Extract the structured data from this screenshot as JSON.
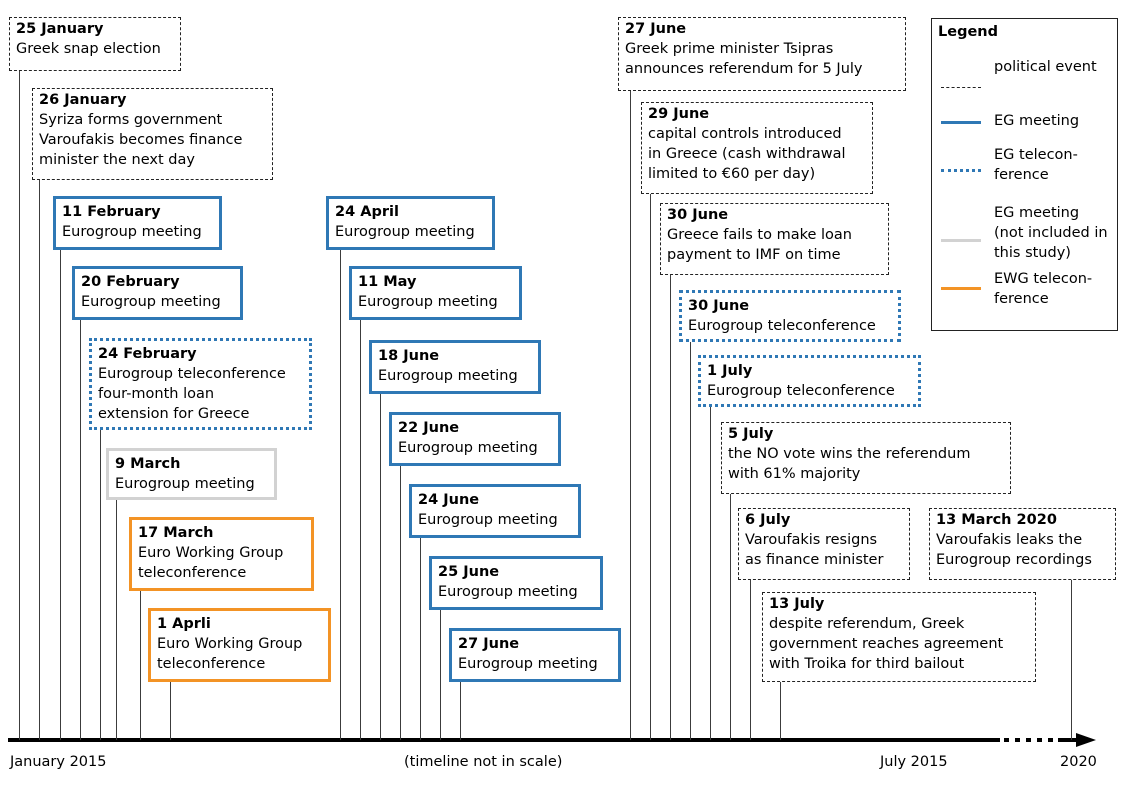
{
  "events": [
    {
      "date": "25 January",
      "text": [
        "Greek snap election"
      ],
      "kind": "political"
    },
    {
      "date": "26 January",
      "text": [
        "Syriza forms government",
        "Varoufakis becomes finance",
        "minister the next day"
      ],
      "kind": "political"
    },
    {
      "date": "11 February",
      "text": [
        "Eurogroup meeting"
      ],
      "kind": "eg"
    },
    {
      "date": "20 February",
      "text": [
        "Eurogroup meeting"
      ],
      "kind": "eg"
    },
    {
      "date": "24 February",
      "text": [
        "Eurogroup teleconference",
        "four-month loan",
        "extension for Greece"
      ],
      "kind": "egtc"
    },
    {
      "date": "9 March",
      "text": [
        "Eurogroup meeting"
      ],
      "kind": "egx"
    },
    {
      "date": "17 March",
      "text": [
        "Euro Working Group",
        "teleconference"
      ],
      "kind": "ewg"
    },
    {
      "date": "1 Aprli",
      "text": [
        "Euro Working Group",
        "teleconference"
      ],
      "kind": "ewg"
    },
    {
      "date": "24 April",
      "text": [
        "Eurogroup meeting"
      ],
      "kind": "eg"
    },
    {
      "date": "11 May",
      "text": [
        "Eurogroup meeting"
      ],
      "kind": "eg"
    },
    {
      "date": "18 June",
      "text": [
        "Eurogroup meeting"
      ],
      "kind": "eg"
    },
    {
      "date": "22 June",
      "text": [
        "Eurogroup meeting"
      ],
      "kind": "eg"
    },
    {
      "date": "24 June",
      "text": [
        "Eurogroup meeting"
      ],
      "kind": "eg"
    },
    {
      "date": "25 June",
      "text": [
        "Eurogroup meeting"
      ],
      "kind": "eg"
    },
    {
      "date": "27 June",
      "text": [
        "Eurogroup meeting"
      ],
      "kind": "eg"
    },
    {
      "date": "27 June",
      "text": [
        "Greek prime minister Tsipras",
        "announces  referendum for 5 July"
      ],
      "kind": "political"
    },
    {
      "date": "29 June",
      "text": [
        "capital controls introduced",
        "in Greece (cash withdrawal",
        "limited to €60 per day)"
      ],
      "kind": "political"
    },
    {
      "date": "30 June",
      "text": [
        "Greece fails to make loan",
        "payment to IMF on time"
      ],
      "kind": "political"
    },
    {
      "date": "30 June",
      "text": [
        "Eurogroup teleconference"
      ],
      "kind": "egtc"
    },
    {
      "date": "1 July",
      "text": [
        "Eurogroup teleconference"
      ],
      "kind": "egtc"
    },
    {
      "date": "5 July",
      "text": [
        "the NO vote wins the referendum",
        "with 61% majority"
      ],
      "kind": "political"
    },
    {
      "date": "6 July",
      "text": [
        "Varoufakis resigns",
        "as finance minister"
      ],
      "kind": "political"
    },
    {
      "date": "13 July",
      "text": [
        "despite referendum, Greek",
        "government reaches agreement",
        "with Troika for third bailout"
      ],
      "kind": "political"
    },
    {
      "date": "13 March 2020",
      "text": [
        "Varoufakis leaks the",
        "Eurogroup recordings"
      ],
      "kind": "political"
    }
  ],
  "axis": {
    "start": "January 2015",
    "note": "(timeline not in scale)",
    "mid": "July 2015",
    "end": "2020"
  },
  "legend": {
    "title": "Legend",
    "items": [
      {
        "label": "political event",
        "kind": "political"
      },
      {
        "label": "EG meeting",
        "kind": "eg"
      },
      {
        "label": "EG telecon-ference",
        "kind": "egtc"
      },
      {
        "label": "EG meeting (not included in this study)",
        "kind": "egx"
      },
      {
        "label": "EWG telecon-ference",
        "kind": "ewg"
      }
    ]
  },
  "colors": {
    "eg_blue": "#2f78b5",
    "excluded_gray": "#d2d2d2",
    "ewg_orange": "#f39325",
    "political_black": "#222222"
  }
}
